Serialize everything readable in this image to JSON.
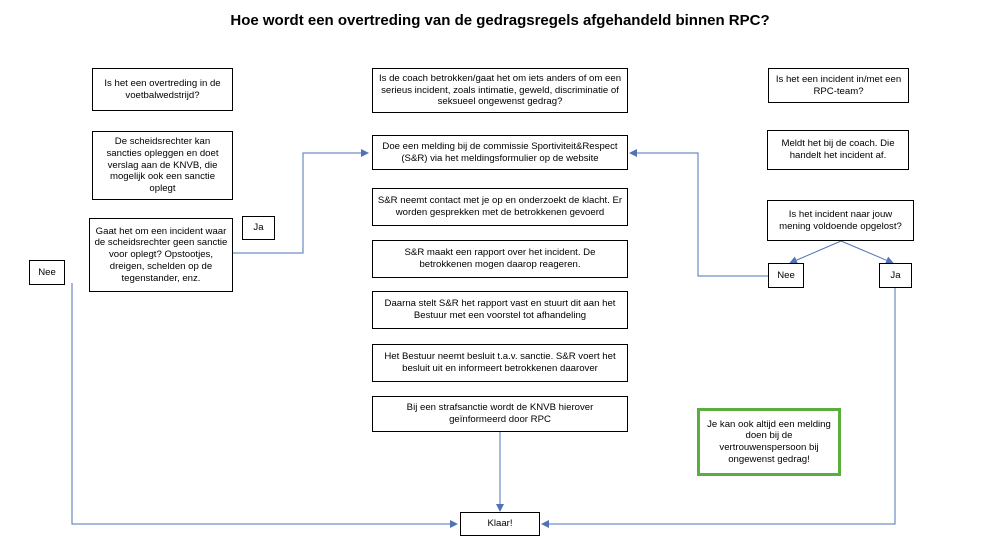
{
  "title": "Hoe wordt een overtreding van de gedragsregels afgehandeld binnen RPC?",
  "colors": {
    "arrow": "#4f73b5",
    "border": "#000000",
    "highlight_border": "#5aae3d"
  },
  "boxes": {
    "q_match_violation": "Is het een overtreding in de voetbalwedstrijd?",
    "referee_sanctions": "De scheidsrechter kan sancties opleggen en doet verslag aan de KNVB, die mogelijk ook een sanctie oplegt",
    "q_no_referee_sanction": "Gaat het om een incident waar de scheidsrechter geen sanctie voor oplegt? Opstootjes, dreigen, schelden op de tegenstander, enz.",
    "ja_left": "Ja",
    "nee_left": "Nee",
    "q_coach_involved": "Is de coach betrokken/gaat het om iets anders of om een serieus incident, zoals intimatie, geweld, discriminatie of seksueel ongewenst gedrag?",
    "melding": "Doe een melding bij de commissie Sportiviteit&Respect (S&R) via het meldingsformulier op de website",
    "contact": "S&R neemt contact met je op en onderzoekt de klacht. Er worden gesprekken met de betrokkenen gevoerd",
    "rapport": "S&R maakt een rapport over het incident. De betrokkenen mogen daarop reageren.",
    "vaststellen": "Daarna stelt S&R het rapport vast en stuurt dit aan het Bestuur met een voorstel tot afhandeling",
    "besluit": "Het Bestuur neemt besluit t.a.v. sanctie. S&R voert het besluit uit en informeert betrokkenen daarover",
    "strafsanctie": "Bij een strafsanctie wordt de KNVB hierover geïnformeerd door RPC",
    "klaar": "Klaar!",
    "q_team_incident": "Is het een incident in/met een RPC-team?",
    "meld_coach": "Meldt het bij de coach. Die handelt het incident af.",
    "q_resolved": "Is het incident naar jouw mening voldoende opgelost?",
    "nee_right": "Nee",
    "ja_right": "Ja",
    "vertrouwenspersoon": "Je kan ook altijd een melding doen bij de vertrouwenspersoon bij ongewenst gedrag!"
  }
}
